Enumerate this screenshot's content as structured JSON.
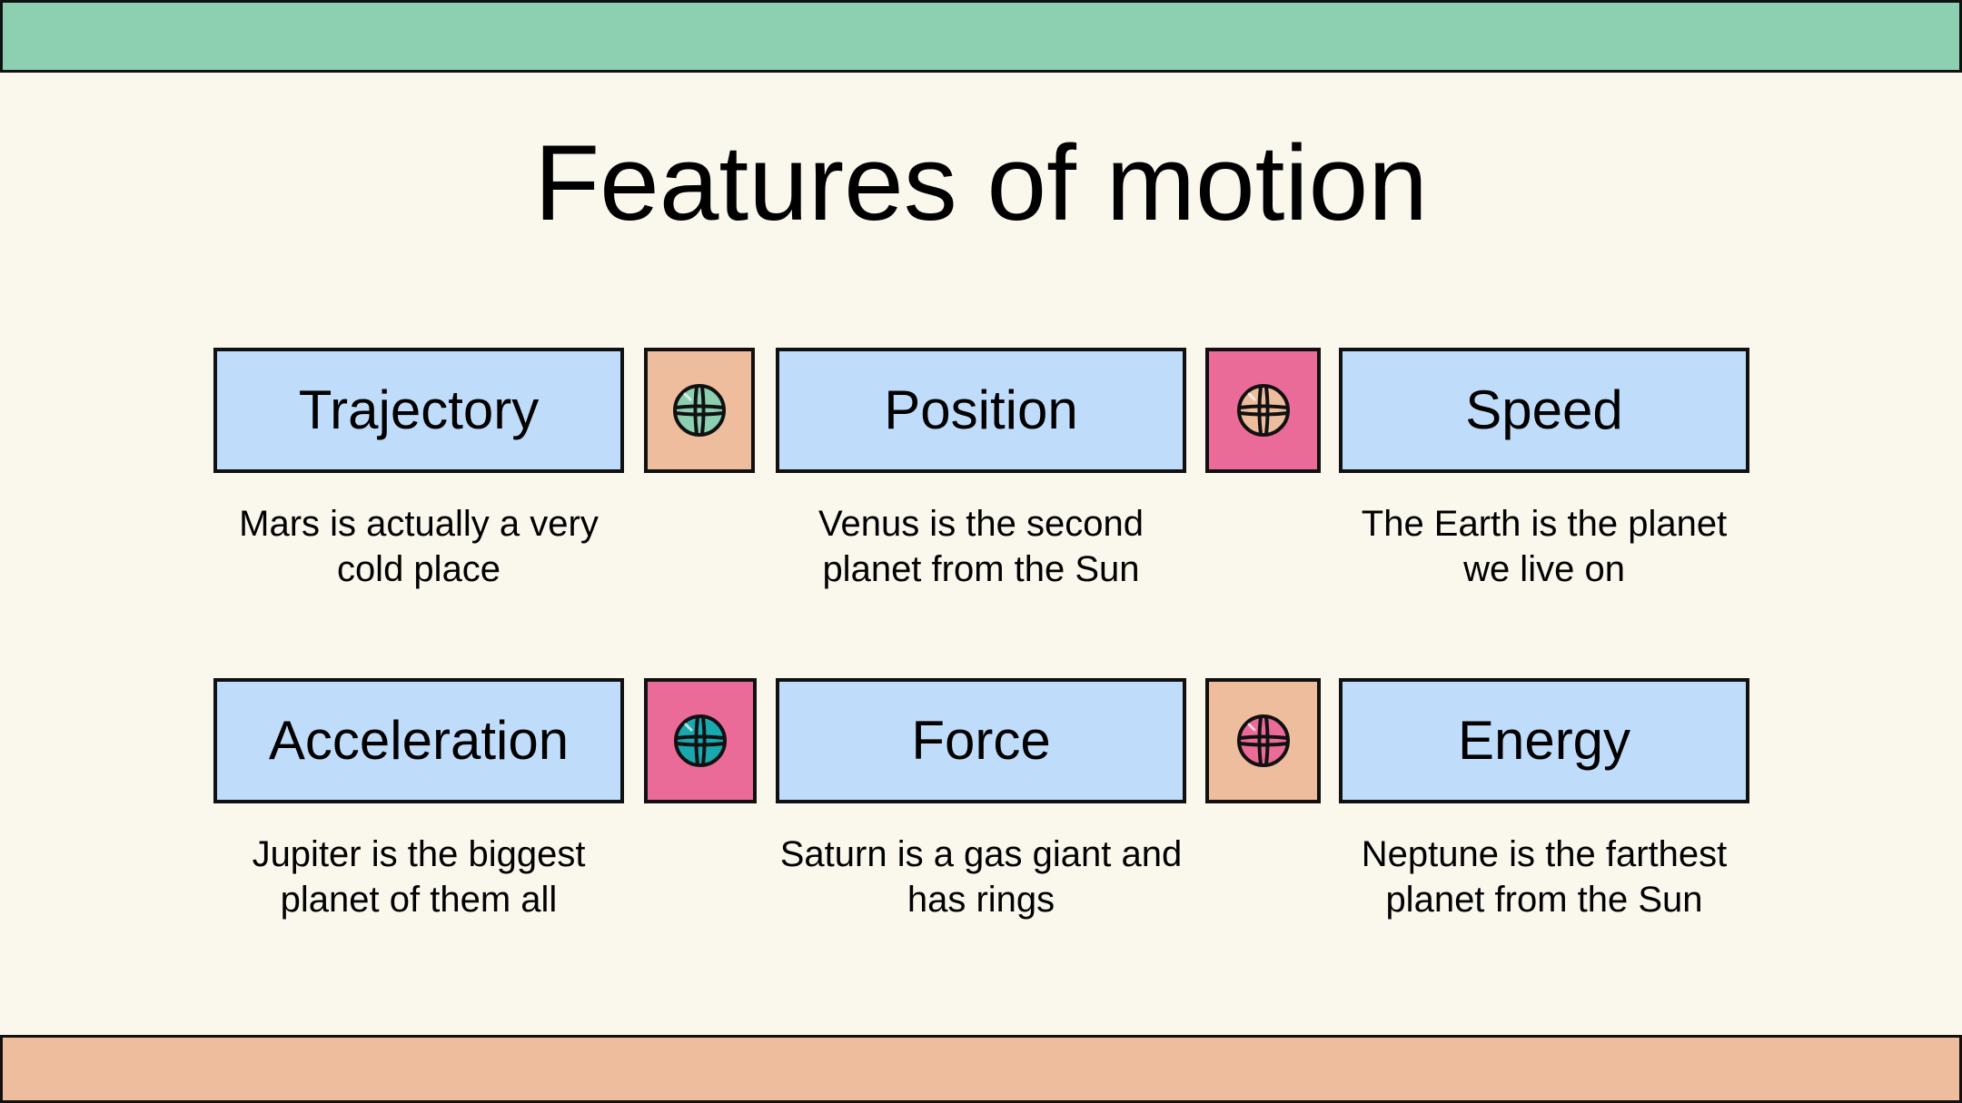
{
  "slide": {
    "title": "Features of motion",
    "colors": {
      "background": "#faf7ed",
      "top_band": "#8dcfb1",
      "bottom_band": "#eebd9d",
      "feature_box": "#bfddfb",
      "peach": "#eebd9d",
      "pink": "#eb6b98",
      "teal": "#1aa8b0",
      "mint": "#8dcfb1"
    },
    "features": [
      {
        "label": "Trajectory",
        "description": "Mars is actually a very cold place"
      },
      {
        "label": "Position",
        "description": "Venus is the second planet from the Sun"
      },
      {
        "label": "Speed",
        "description": "The Earth is the planet we live on"
      },
      {
        "label": "Acceleration",
        "description": "Jupiter is the biggest planet of them all"
      },
      {
        "label": "Force",
        "description": "Saturn is a gas giant and has rings"
      },
      {
        "label": "Energy",
        "description": "Neptune is the farthest planet from the Sun"
      }
    ],
    "icons": [
      {
        "name": "planet-icon",
        "box_color": "#eebd9d",
        "fill_color": "#8dcfb1"
      },
      {
        "name": "planet-icon",
        "box_color": "#eb6b98",
        "fill_color": "#eebd9d"
      },
      {
        "name": "planet-icon",
        "box_color": "#eb6b98",
        "fill_color": "#1aa8b0"
      },
      {
        "name": "planet-icon",
        "box_color": "#eebd9d",
        "fill_color": "#eb6b98"
      }
    ]
  }
}
